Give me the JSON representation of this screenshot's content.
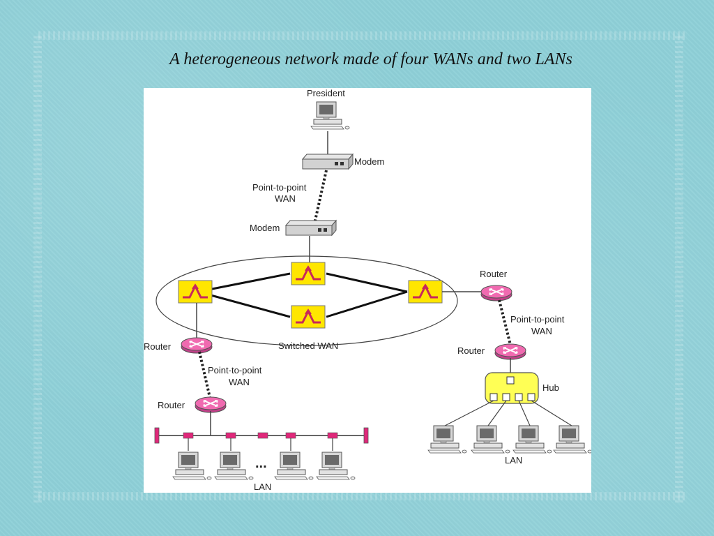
{
  "title": "A heterogeneous network made of four WANs and two LANs",
  "labels": {
    "president": "President",
    "modem_top": "Modem",
    "p2p_top": [
      "Point-to-point",
      "WAN"
    ],
    "modem_bottom": "Modem",
    "switched_wan": "Switched WAN",
    "router_left": "Router",
    "p2p_left": [
      "Point-to-point",
      "WAN"
    ],
    "router_lan_left": "Router",
    "lan_left": "LAN",
    "router_right": "Router",
    "p2p_right": [
      "Point-to-point",
      "WAN"
    ],
    "router_hub": "Router",
    "hub": "Hub",
    "lan_right": "LAN",
    "ellipsis": "..."
  },
  "colors": {
    "switch_fill": "#ffe600",
    "switch_symbol": "#c8285a",
    "router_fill": "#f06ab0",
    "hub_fill": "#ffff55",
    "bus_tap": "#e0287a",
    "device_gray": "#c8c8c8"
  },
  "icons": {
    "computer": "desktop-computer-icon",
    "modem": "modem-icon",
    "router": "router-icon",
    "switch": "wan-switch-icon",
    "hub": "hub-icon"
  }
}
